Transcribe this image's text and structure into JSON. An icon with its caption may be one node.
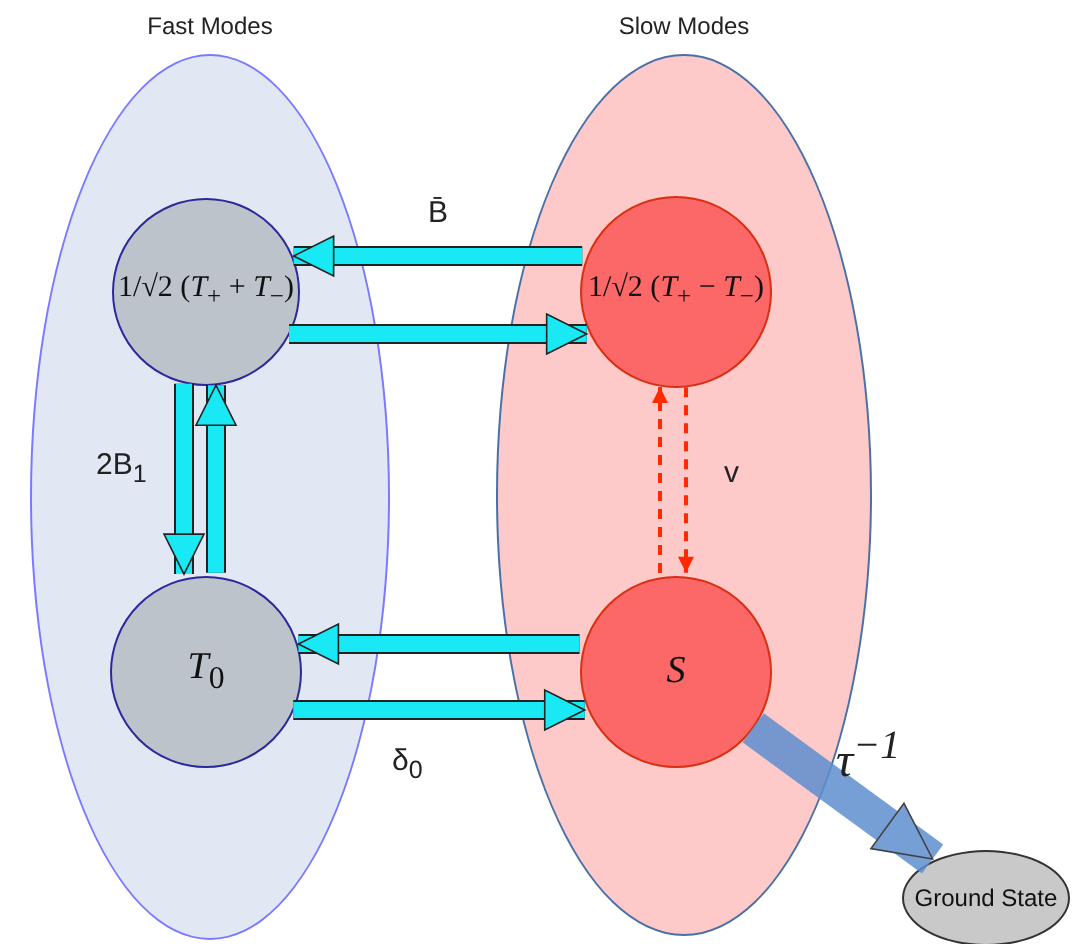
{
  "diagram": {
    "nodes": [
      {
        "text": [
          "Fast Modes"
        ]
      },
      {
        "text": [
          "1/√2 (*T*$_{+}$ + *T*$_{−}$)"
        ],
        "in": 0
      },
      {
        "text": [
          "*T*$_{0}$"
        ],
        "in": 0
      },
      {
        "text": [
          "Slow Modes"
        ]
      },
      {
        "text": [
          "1/√2 (*T*$_{+}$ − *T*$_{−}$)"
        ],
        "in": 3
      },
      {
        "text": [
          "S"
        ],
        "in": 3
      },
      {
        "text": [
          "Ground State"
        ]
      }
    ],
    "edges": [
      {
        "from": 4,
        "to": 1,
        "arrow": "to",
        "label": "B̄"
      },
      {
        "from": 1,
        "to": 4,
        "arrow": "to"
      },
      {
        "from": 1,
        "to": 2,
        "arrow": "to",
        "label": "2B$_{1}$"
      },
      {
        "from": 2,
        "to": 1,
        "arrow": "to"
      },
      {
        "from": 5,
        "to": 2,
        "arrow": "to"
      },
      {
        "from": 2,
        "to": 5,
        "arrow": "to",
        "label": "δ$_{0}$"
      },
      {
        "from": 5,
        "to": 4,
        "arrow": "to",
        "style": "dashed",
        "color": "#ff2a00"
      },
      {
        "from": 4,
        "to": 5,
        "arrow": "to",
        "style": "dashed",
        "color": "#ff2a00",
        "label": "v"
      },
      {
        "from": 5,
        "to": 6,
        "arrow": "to",
        "style": "thick",
        "color": "#5f8fcf",
        "label": "τ$^{−1}$"
      }
    ]
  }
}
